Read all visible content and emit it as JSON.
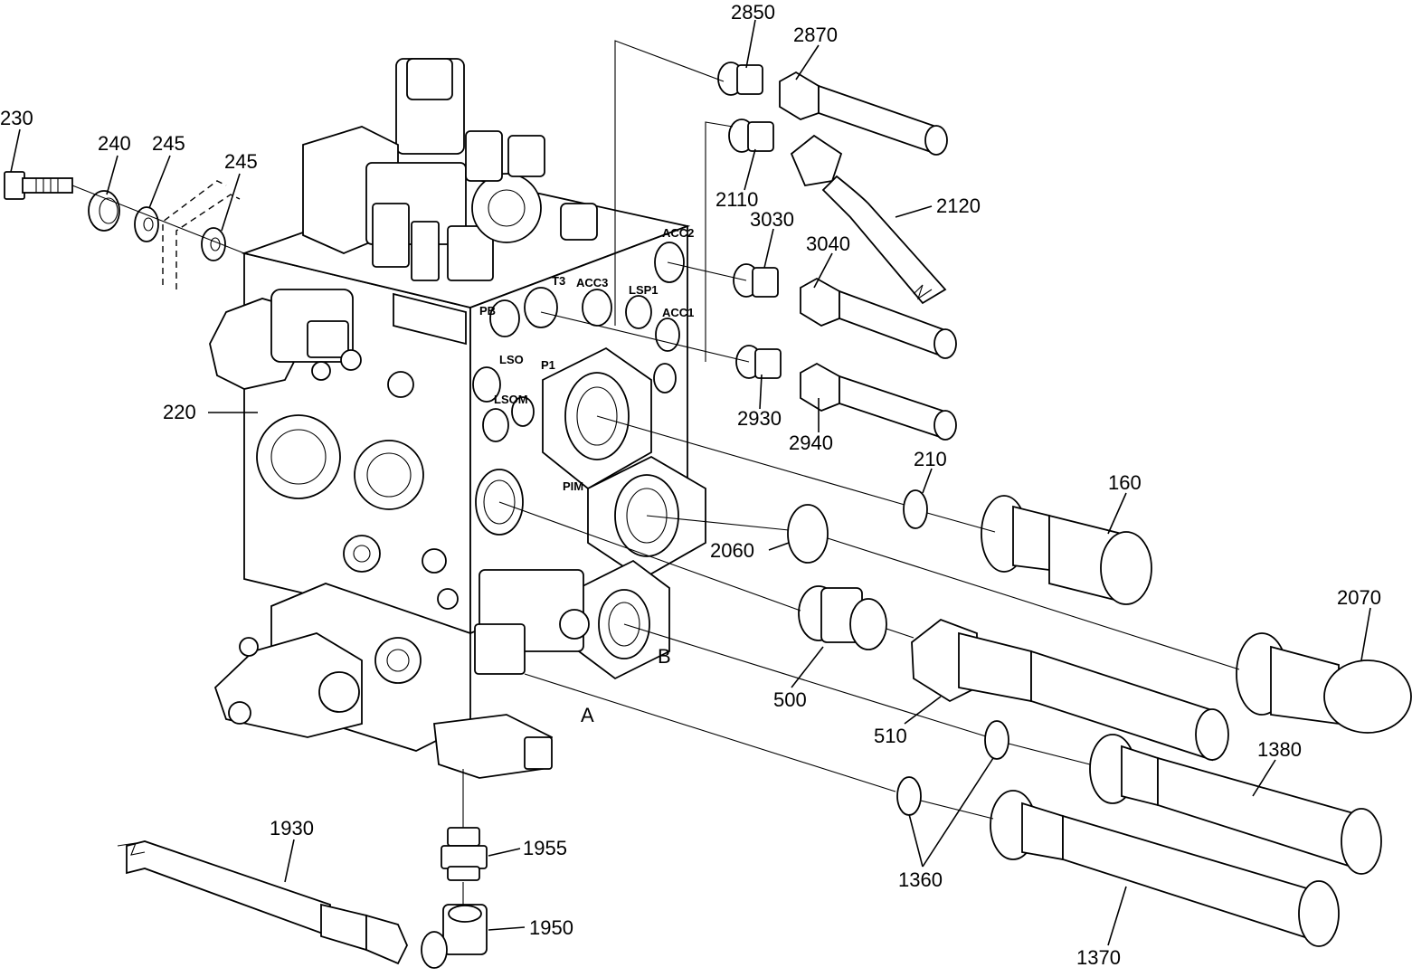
{
  "callouts": {
    "c230": "230",
    "c240": "240",
    "c245a": "245",
    "c245b": "245",
    "c220": "220",
    "c2850": "2850",
    "c2870": "2870",
    "c2110": "2110",
    "c2120": "2120",
    "c3030": "3030",
    "c3040": "3040",
    "c2930": "2930",
    "c2940": "2940",
    "c210": "210",
    "c160": "160",
    "c2060": "2060",
    "c2070": "2070",
    "c500": "500",
    "c510": "510",
    "c1380": "1380",
    "c1360": "1360",
    "c1370": "1370",
    "c1930": "1930",
    "c1955": "1955",
    "c1950": "1950",
    "cA": "A",
    "cB": "B"
  },
  "ports": {
    "pb": "PB",
    "t3": "T3",
    "acc3": "ACC3",
    "lsp1": "LSP1",
    "acc1": "ACC1",
    "acc2": "ACC2",
    "lso": "LSO",
    "lsom": "LSOM",
    "p1": "P1",
    "pim": "PIM"
  },
  "colors": {
    "line": "#000000",
    "background": "#ffffff"
  }
}
